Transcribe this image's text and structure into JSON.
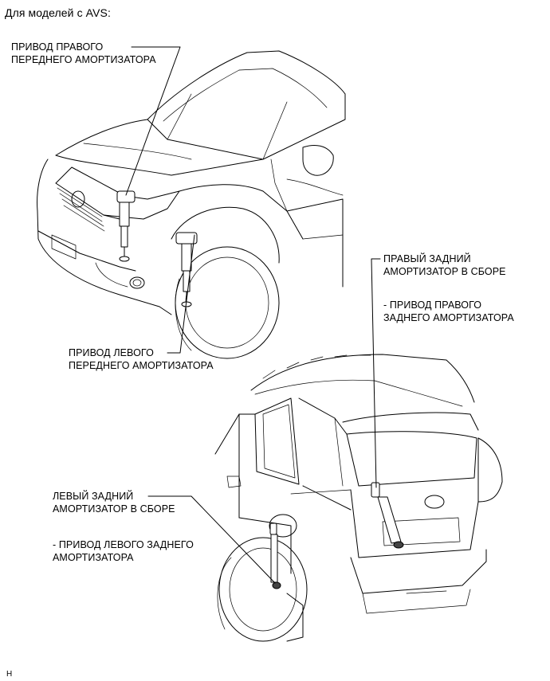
{
  "header": {
    "title": "Для моделей с AVS:"
  },
  "labels": {
    "front_right": {
      "line1": "ПРИВОД ПРАВОГО",
      "line2": "ПЕРЕДНЕГО АМОРТИЗАТОРА"
    },
    "front_left": {
      "line1": "ПРИВОД ЛЕВОГО",
      "line2": "ПЕРЕДНЕГО АМОРТИЗАТОРА"
    },
    "rear_right": {
      "line1": "ПРАВЫЙ ЗАДНИЙ",
      "line2": "АМОРТИЗАТОР В СБОРЕ",
      "sub1": "- ПРИВОД ПРАВОГО",
      "sub2": "ЗАДНЕГО АМОРТИЗАТОРА"
    },
    "rear_left": {
      "line1": "ЛЕВЫЙ ЗАДНИЙ",
      "line2": "АМОРТИЗАТОР В СБОРЕ",
      "sub1": "- ПРИВОД ЛЕВОГО ЗАДНЕГО",
      "sub2": "АМОРТИЗАТОРА"
    }
  },
  "footer": {
    "code": "H"
  }
}
